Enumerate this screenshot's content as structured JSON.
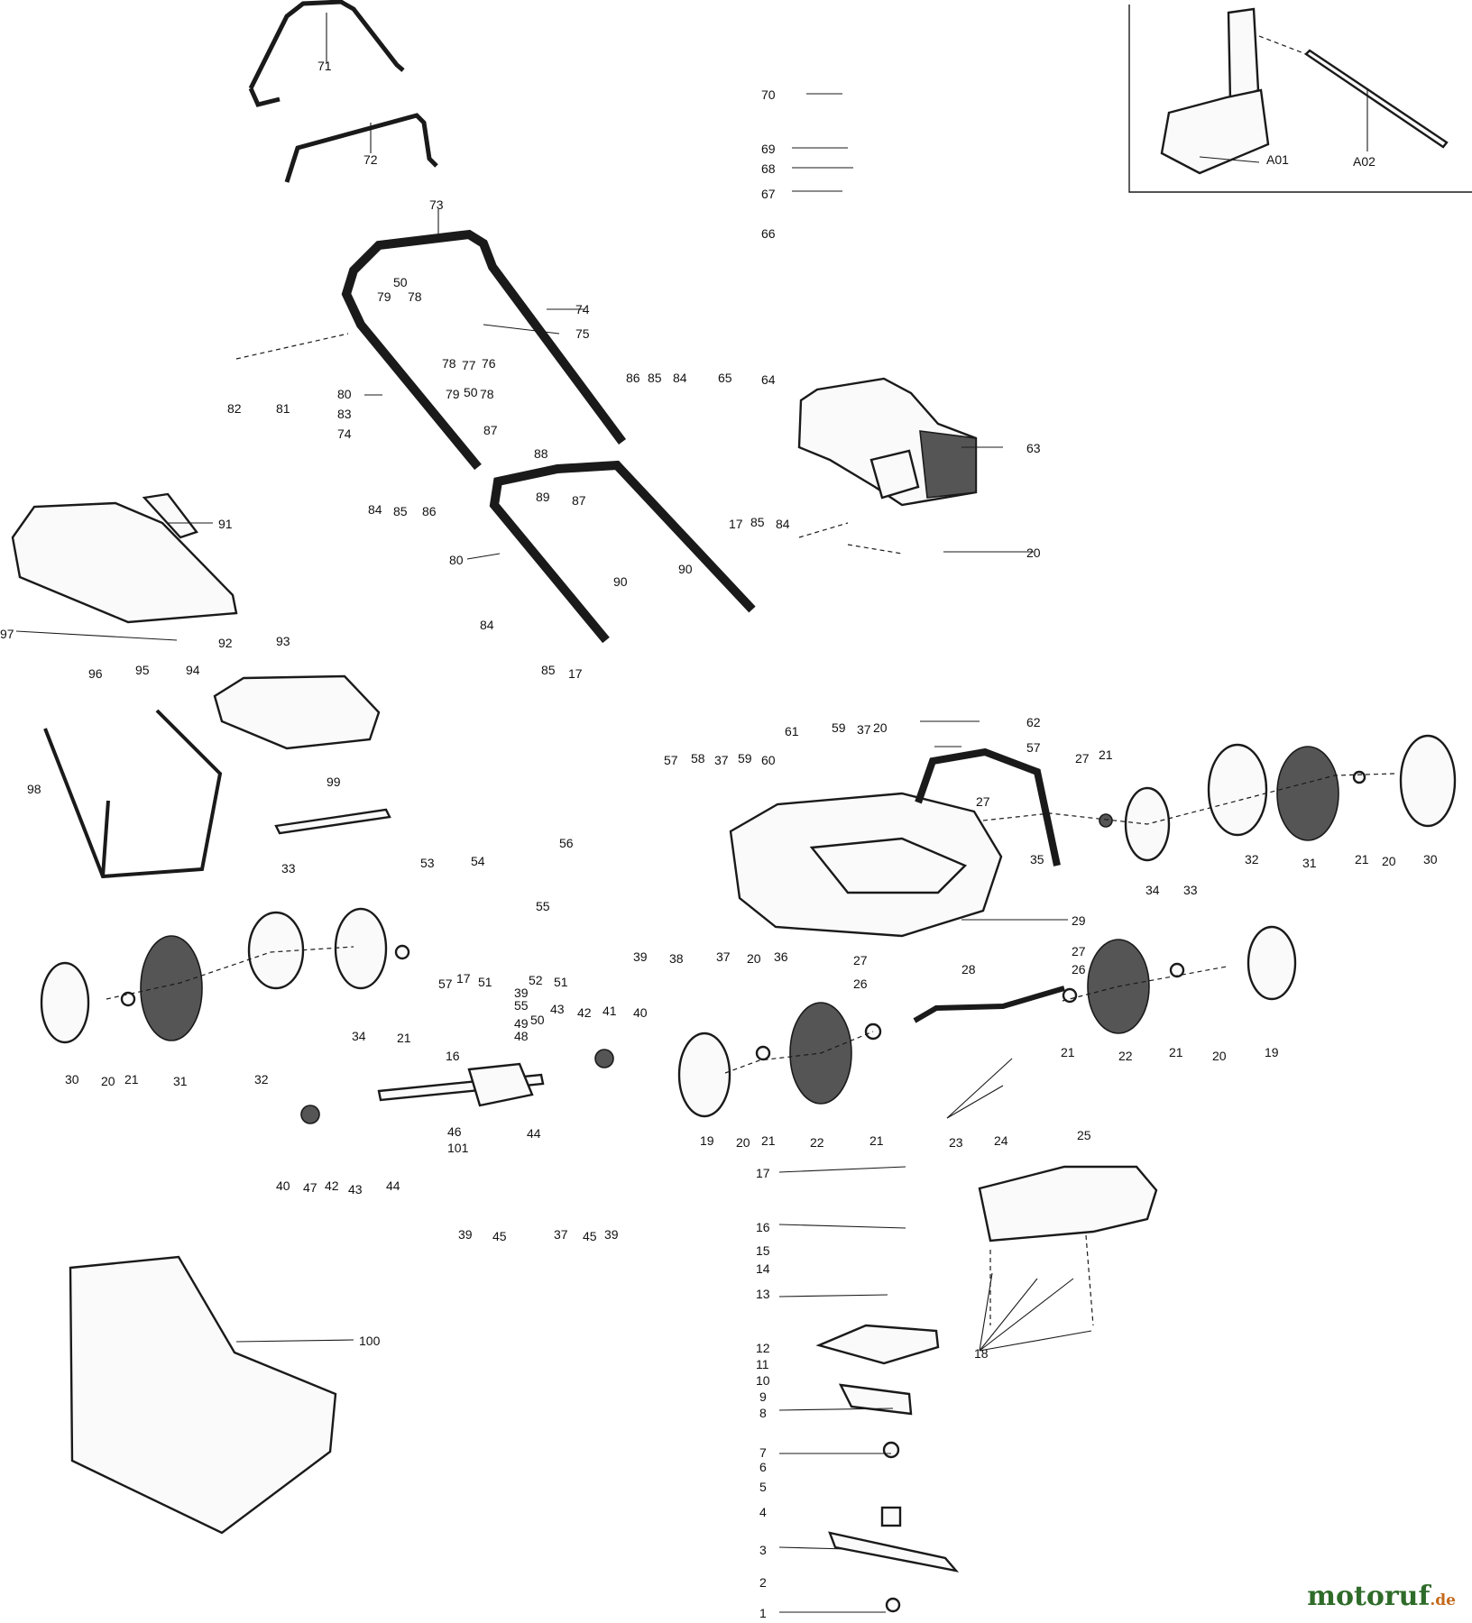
{
  "brand": {
    "name": "motoruf",
    "tld": ".de"
  },
  "callouts": [
    {
      "id": "71",
      "text": "71"
    },
    {
      "id": "72",
      "text": "72"
    },
    {
      "id": "73",
      "text": "73"
    },
    {
      "id": "79a",
      "text": "79"
    },
    {
      "id": "50a",
      "text": "50"
    },
    {
      "id": "78a",
      "text": "78"
    },
    {
      "id": "74a",
      "text": "74"
    },
    {
      "id": "75",
      "text": "75"
    },
    {
      "id": "78b",
      "text": "78"
    },
    {
      "id": "77",
      "text": "77"
    },
    {
      "id": "76",
      "text": "76"
    },
    {
      "id": "82",
      "text": "82"
    },
    {
      "id": "81",
      "text": "81"
    },
    {
      "id": "80a",
      "text": "80"
    },
    {
      "id": "83",
      "text": "83"
    },
    {
      "id": "74b",
      "text": "74"
    },
    {
      "id": "79b",
      "text": "79"
    },
    {
      "id": "50b",
      "text": "50"
    },
    {
      "id": "78c",
      "text": "78"
    },
    {
      "id": "87a",
      "text": "87"
    },
    {
      "id": "88",
      "text": "88"
    },
    {
      "id": "84a",
      "text": "84"
    },
    {
      "id": "85a",
      "text": "85"
    },
    {
      "id": "86a",
      "text": "86"
    },
    {
      "id": "89",
      "text": "89"
    },
    {
      "id": "87b",
      "text": "87"
    },
    {
      "id": "86b",
      "text": "86"
    },
    {
      "id": "85b",
      "text": "85"
    },
    {
      "id": "84b",
      "text": "84"
    },
    {
      "id": "70",
      "text": "70"
    },
    {
      "id": "69",
      "text": "69"
    },
    {
      "id": "68",
      "text": "68"
    },
    {
      "id": "67",
      "text": "67"
    },
    {
      "id": "66",
      "text": "66"
    },
    {
      "id": "A01",
      "text": "A01"
    },
    {
      "id": "A02",
      "text": "A02"
    },
    {
      "id": "65",
      "text": "65"
    },
    {
      "id": "64",
      "text": "64"
    },
    {
      "id": "63",
      "text": "63"
    },
    {
      "id": "20a",
      "text": "20"
    },
    {
      "id": "91",
      "text": "91"
    },
    {
      "id": "92",
      "text": "92"
    },
    {
      "id": "97",
      "text": "97"
    },
    {
      "id": "80b",
      "text": "80"
    },
    {
      "id": "90a",
      "text": "90"
    },
    {
      "id": "90b",
      "text": "90"
    },
    {
      "id": "17a",
      "text": "17"
    },
    {
      "id": "85c",
      "text": "85"
    },
    {
      "id": "84c",
      "text": "84"
    },
    {
      "id": "84d",
      "text": "84"
    },
    {
      "id": "85d",
      "text": "85"
    },
    {
      "id": "17b",
      "text": "17"
    },
    {
      "id": "96",
      "text": "96"
    },
    {
      "id": "95",
      "text": "95"
    },
    {
      "id": "94",
      "text": "94"
    },
    {
      "id": "93",
      "text": "93"
    },
    {
      "id": "98",
      "text": "98"
    },
    {
      "id": "99",
      "text": "99"
    },
    {
      "id": "62",
      "text": "62"
    },
    {
      "id": "61",
      "text": "61"
    },
    {
      "id": "59a",
      "text": "59"
    },
    {
      "id": "37a",
      "text": "37"
    },
    {
      "id": "20b",
      "text": "20"
    },
    {
      "id": "57a",
      "text": "57"
    },
    {
      "id": "57b",
      "text": "57"
    },
    {
      "id": "58",
      "text": "58"
    },
    {
      "id": "37b",
      "text": "37"
    },
    {
      "id": "59b",
      "text": "59"
    },
    {
      "id": "60",
      "text": "60"
    },
    {
      "id": "27a",
      "text": "27"
    },
    {
      "id": "27b",
      "text": "27"
    },
    {
      "id": "21a",
      "text": "21"
    },
    {
      "id": "35",
      "text": "35"
    },
    {
      "id": "34a",
      "text": "34"
    },
    {
      "id": "33a",
      "text": "33"
    },
    {
      "id": "32a",
      "text": "32"
    },
    {
      "id": "31a",
      "text": "31"
    },
    {
      "id": "21b",
      "text": "21"
    },
    {
      "id": "20c",
      "text": "20"
    },
    {
      "id": "30a",
      "text": "30"
    },
    {
      "id": "56",
      "text": "56"
    },
    {
      "id": "53",
      "text": "53"
    },
    {
      "id": "54",
      "text": "54"
    },
    {
      "id": "55a",
      "text": "55"
    },
    {
      "id": "33b",
      "text": "33"
    },
    {
      "id": "39a",
      "text": "39"
    },
    {
      "id": "38",
      "text": "38"
    },
    {
      "id": "37c",
      "text": "37"
    },
    {
      "id": "20d",
      "text": "20"
    },
    {
      "id": "36",
      "text": "36"
    },
    {
      "id": "29",
      "text": "29"
    },
    {
      "id": "27c",
      "text": "27"
    },
    {
      "id": "27d",
      "text": "27"
    },
    {
      "id": "26a",
      "text": "26"
    },
    {
      "id": "26b",
      "text": "26"
    },
    {
      "id": "28",
      "text": "28"
    },
    {
      "id": "52",
      "text": "52"
    },
    {
      "id": "51a",
      "text": "51"
    },
    {
      "id": "51b",
      "text": "51"
    },
    {
      "id": "57c",
      "text": "57"
    },
    {
      "id": "17c",
      "text": "17"
    },
    {
      "id": "39b",
      "text": "39"
    },
    {
      "id": "55b",
      "text": "55"
    },
    {
      "id": "50c",
      "text": "50"
    },
    {
      "id": "49",
      "text": "49"
    },
    {
      "id": "48",
      "text": "48"
    },
    {
      "id": "16a",
      "text": "16"
    },
    {
      "id": "43a",
      "text": "43"
    },
    {
      "id": "42a",
      "text": "42"
    },
    {
      "id": "41",
      "text": "41"
    },
    {
      "id": "40a",
      "text": "40"
    },
    {
      "id": "30b",
      "text": "30"
    },
    {
      "id": "20e",
      "text": "20"
    },
    {
      "id": "21c",
      "text": "21"
    },
    {
      "id": "31b",
      "text": "31"
    },
    {
      "id": "32b",
      "text": "32"
    },
    {
      "id": "34b",
      "text": "34"
    },
    {
      "id": "21d",
      "text": "21"
    },
    {
      "id": "46",
      "text": "46"
    },
    {
      "id": "101",
      "text": "101"
    },
    {
      "id": "44a",
      "text": "44"
    },
    {
      "id": "40b",
      "text": "40"
    },
    {
      "id": "47",
      "text": "47"
    },
    {
      "id": "42b",
      "text": "42"
    },
    {
      "id": "43b",
      "text": "43"
    },
    {
      "id": "44b",
      "text": "44"
    },
    {
      "id": "39c",
      "text": "39"
    },
    {
      "id": "45a",
      "text": "45"
    },
    {
      "id": "37d",
      "text": "37"
    },
    {
      "id": "45b",
      "text": "45"
    },
    {
      "id": "39d",
      "text": "39"
    },
    {
      "id": "19a",
      "text": "19"
    },
    {
      "id": "20f",
      "text": "20"
    },
    {
      "id": "21e",
      "text": "21"
    },
    {
      "id": "22a",
      "text": "22"
    },
    {
      "id": "21f",
      "text": "21"
    },
    {
      "id": "23",
      "text": "23"
    },
    {
      "id": "24",
      "text": "24"
    },
    {
      "id": "21g",
      "text": "21"
    },
    {
      "id": "22b",
      "text": "22"
    },
    {
      "id": "21h",
      "text": "21"
    },
    {
      "id": "20g",
      "text": "20"
    },
    {
      "id": "19b",
      "text": "19"
    },
    {
      "id": "25",
      "text": "25"
    },
    {
      "id": "18",
      "text": "18"
    },
    {
      "id": "17d",
      "text": "17"
    },
    {
      "id": "16b",
      "text": "16"
    },
    {
      "id": "15",
      "text": "15"
    },
    {
      "id": "14",
      "text": "14"
    },
    {
      "id": "13",
      "text": "13"
    },
    {
      "id": "12",
      "text": "12"
    },
    {
      "id": "11",
      "text": "11"
    },
    {
      "id": "10",
      "text": "10"
    },
    {
      "id": "9",
      "text": "9"
    },
    {
      "id": "8",
      "text": "8"
    },
    {
      "id": "7",
      "text": "7"
    },
    {
      "id": "6",
      "text": "6"
    },
    {
      "id": "5",
      "text": "5"
    },
    {
      "id": "4",
      "text": "4"
    },
    {
      "id": "3",
      "text": "3"
    },
    {
      "id": "2",
      "text": "2"
    },
    {
      "id": "1",
      "text": "1"
    },
    {
      "id": "100",
      "text": "100"
    }
  ]
}
